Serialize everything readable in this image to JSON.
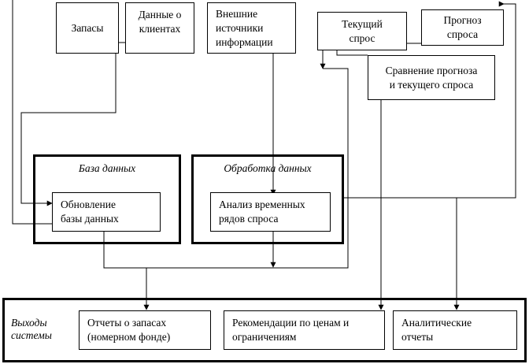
{
  "sources": {
    "inventory": "Запасы",
    "client_data": "Данные о\nклиентах",
    "external": "Внешние\nисточники\nинформации"
  },
  "forecast": {
    "current_demand": "Текущий\nспрос",
    "demand_forecast": "Прогноз\nспроса",
    "comparison": "Сравнение прогноза\nи текущего спроса"
  },
  "database_group": {
    "title": "База данных",
    "update": "Обновление\nбазы данных"
  },
  "processing_group": {
    "title": "Обработка данных",
    "time_series": "Анализ временных\nрядов спроса"
  },
  "outputs": {
    "title": "Выходы\nсистемы",
    "inventory_reports": "Отчеты о запасах\n(номерном фонде)",
    "recommendations": "Рекомендации по ценам и\nограничениям",
    "analytic_reports": "Аналитические\nотчеты"
  }
}
